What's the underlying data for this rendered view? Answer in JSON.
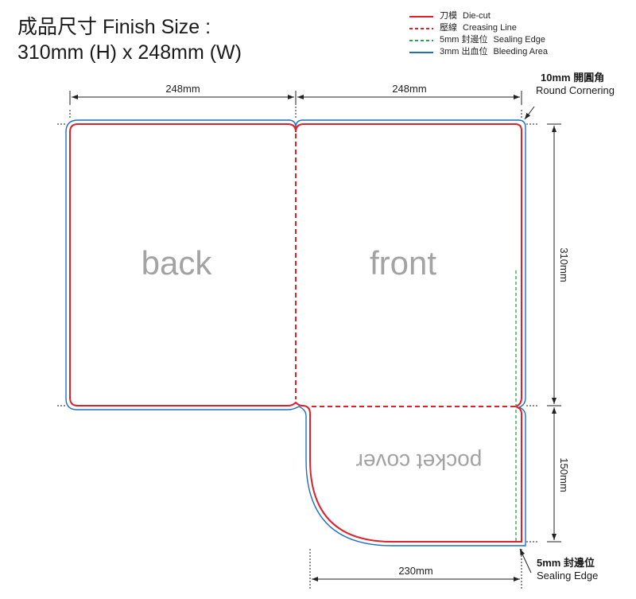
{
  "title": {
    "line1": "成品尺寸 Finish Size :",
    "line2": "310mm (H) x 248mm (W)"
  },
  "legend": [
    {
      "zh": "刀模",
      "en": "Die-cut",
      "color": "#e0202a",
      "style": "solid",
      "icon": "die-cut-line"
    },
    {
      "zh": "壓線",
      "en": "Creasing Line",
      "color": "#e0202a",
      "style": "dashed",
      "icon": "creasing-line"
    },
    {
      "zh": "5mm 封邊位",
      "en": "Sealing Edge",
      "color": "#2aa44a",
      "style": "dashed",
      "icon": "sealing-edge-line"
    },
    {
      "zh": "3mm 出血位",
      "en": "Bleeding Area",
      "color": "#1f6fc4",
      "style": "solid",
      "icon": "bleeding-area-line"
    }
  ],
  "panels": {
    "back": "back",
    "front": "front",
    "pocket": "pocket cover"
  },
  "dimensions": {
    "back_width": "248mm",
    "front_width": "248mm",
    "height": "310mm",
    "pocket_height": "150mm",
    "pocket_width": "230mm"
  },
  "notes": {
    "corner_bold": "10mm 開圓角",
    "corner_sub": "Round Cornering",
    "seal_bold": "5mm 封邊位",
    "seal_sub": "Sealing Edge"
  },
  "colors": {
    "diecut": "#e0202a",
    "bleed": "#1f6fc4",
    "seal": "#2aa44a",
    "panel_text": "#a3a3a3",
    "dim": "#222222"
  }
}
